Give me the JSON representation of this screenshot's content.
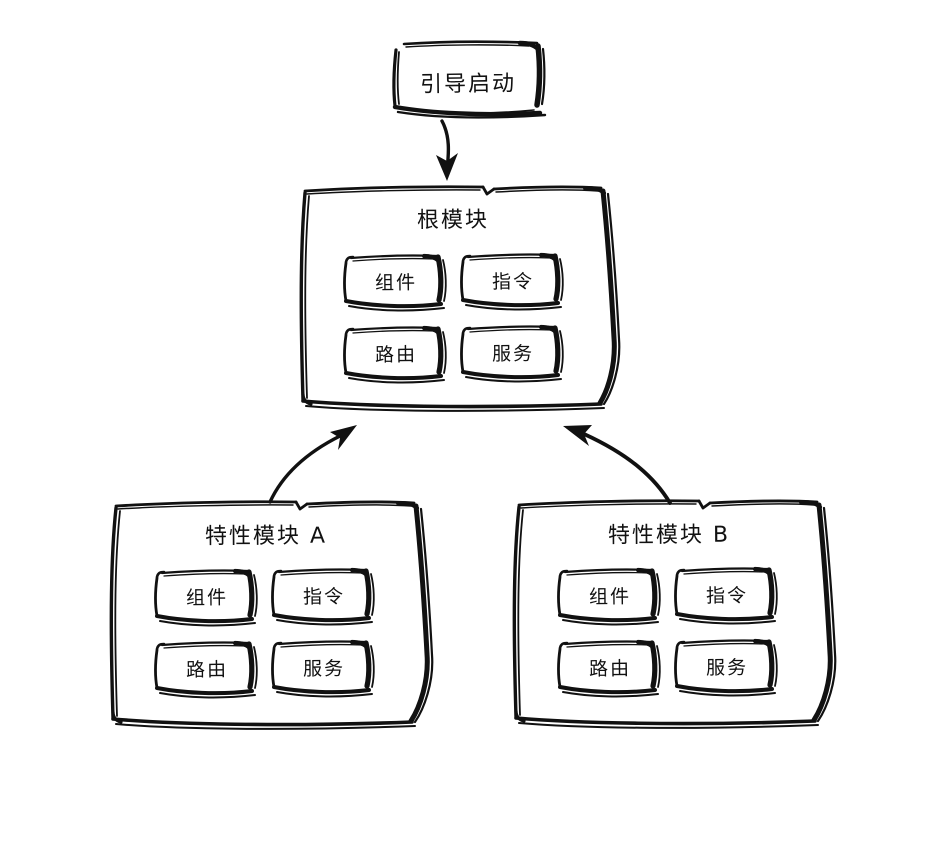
{
  "diagram": {
    "title_text": "引导启动",
    "ink_color": "#111111",
    "background_color": "#ffffff",
    "style": "hand-drawn-sketch",
    "nodes": {
      "boot": {
        "label": "引导启动",
        "kind": "boot-node"
      },
      "root_module": {
        "label": "根模块",
        "kind": "module-card",
        "slots": [
          {
            "label": "组件"
          },
          {
            "label": "指令"
          },
          {
            "label": "路由"
          },
          {
            "label": "服务"
          }
        ]
      },
      "feature_module_a": {
        "label": "特性模块 A",
        "kind": "module-card",
        "slots": [
          {
            "label": "组件"
          },
          {
            "label": "指令"
          },
          {
            "label": "路由"
          },
          {
            "label": "服务"
          }
        ]
      },
      "feature_module_b": {
        "label": "特性模块 B",
        "kind": "module-card",
        "slots": [
          {
            "label": "组件"
          },
          {
            "label": "指令"
          },
          {
            "label": "路由"
          },
          {
            "label": "服务"
          }
        ]
      }
    },
    "edges": [
      {
        "from": "boot",
        "to": "root_module",
        "direction": "down",
        "arrowhead": "end"
      },
      {
        "from": "feature_module_a",
        "to": "root_module",
        "direction": "up-right",
        "arrowhead": "end"
      },
      {
        "from": "feature_module_b",
        "to": "root_module",
        "direction": "up-left",
        "arrowhead": "end"
      }
    ]
  }
}
